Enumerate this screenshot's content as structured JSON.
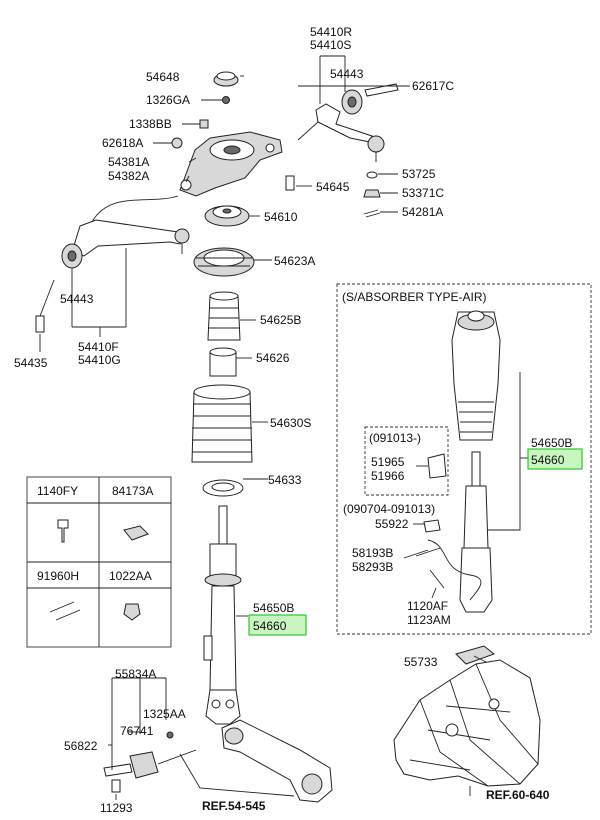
{
  "labels": {
    "p54410R": "54410R",
    "p54410S": "54410S",
    "p54443_top": "54443",
    "p62617C": "62617C",
    "p54648": "54648",
    "p1326GA": "1326GA",
    "p1338BB": "1338BB",
    "p62618A": "62618A",
    "p54381A": "54381A",
    "p54382A": "54382A",
    "p53725": "53725",
    "p54645": "54645",
    "p53371C": "53371C",
    "p54281A": "54281A",
    "p54610": "54610",
    "p54623A": "54623A",
    "p54443_left": "54443",
    "p54625B": "54625B",
    "p54435": "54435",
    "p54410F": "54410F",
    "p54410G": "54410G",
    "p54626": "54626",
    "p54630S": "54630S",
    "p54633": "54633",
    "p54650B_main": "54650B",
    "p54660_main": "54660",
    "p55834A": "55834A",
    "p1325AA": "1325AA",
    "p76741": "76741",
    "p56822": "56822",
    "p11293": "11293",
    "p55733": "55733"
  },
  "refs": {
    "ref_54545": "REF.54-545",
    "ref_60640": "REF.60-640"
  },
  "legend": {
    "c1140FY": "1140FY",
    "c84173A": "84173A",
    "c91960H": "91960H",
    "c1022AA": "1022AA"
  },
  "air_section": {
    "title": "(S/ABSORBER TYPE-AIR)",
    "inner_box_title": "(091013-)",
    "p51965": "51965",
    "p51966": "51966",
    "date_range": "(090704-091013)",
    "p55922": "55922",
    "p58193B": "58193B",
    "p58293B": "58293B",
    "p1120AF": "1120AF",
    "p1123AM": "1123AM",
    "p54650B_air": "54650B",
    "p54660_air": "54660"
  },
  "highlight_color": "#c8f5c0",
  "highlight_border": "#2fc42f"
}
